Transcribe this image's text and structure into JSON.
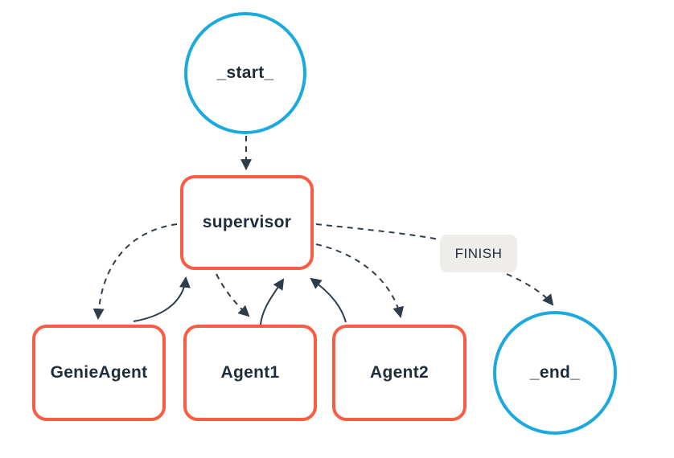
{
  "diagram_type": "agent-graph",
  "colors": {
    "background": "#ffffff",
    "circle_border": "#1ba9de",
    "box_border": "#fa5b43",
    "node_fill": "#ffffff",
    "label_text": "#1f2c3a",
    "edge_stroke": "#2e3d49",
    "edge_label_bg": "#eeede9"
  },
  "nodes": {
    "start": {
      "label": "_start_",
      "shape": "circle"
    },
    "supervisor": {
      "label": "supervisor",
      "shape": "rounded-box"
    },
    "genie": {
      "label": "GenieAgent",
      "shape": "rounded-box"
    },
    "agent1": {
      "label": "Agent1",
      "shape": "rounded-box"
    },
    "agent2": {
      "label": "Agent2",
      "shape": "rounded-box"
    },
    "end": {
      "label": "_end_",
      "shape": "circle"
    }
  },
  "edge_label": {
    "text": "FINISH"
  },
  "edges": [
    {
      "id": "start->supervisor",
      "from": "start",
      "to": "supervisor",
      "style": "dashed",
      "arrow": true
    },
    {
      "id": "supervisor->genie",
      "from": "supervisor",
      "to": "genie",
      "style": "dashed",
      "arrow": true
    },
    {
      "id": "supervisor->agent1",
      "from": "supervisor",
      "to": "agent1",
      "style": "dashed",
      "arrow": true
    },
    {
      "id": "supervisor->agent2",
      "from": "supervisor",
      "to": "agent2",
      "style": "dashed",
      "arrow": true
    },
    {
      "id": "supervisor->finish",
      "from": "supervisor",
      "to": "finish_label",
      "style": "dashed",
      "arrow": false
    },
    {
      "id": "finish->end",
      "from": "finish_label",
      "to": "end",
      "style": "dashed",
      "arrow": true
    },
    {
      "id": "genie->supervisor",
      "from": "genie",
      "to": "supervisor",
      "style": "solid",
      "arrow": true
    },
    {
      "id": "agent1->supervisor",
      "from": "agent1",
      "to": "supervisor",
      "style": "solid",
      "arrow": true
    },
    {
      "id": "agent2->supervisor",
      "from": "agent2",
      "to": "supervisor",
      "style": "solid",
      "arrow": true
    }
  ]
}
